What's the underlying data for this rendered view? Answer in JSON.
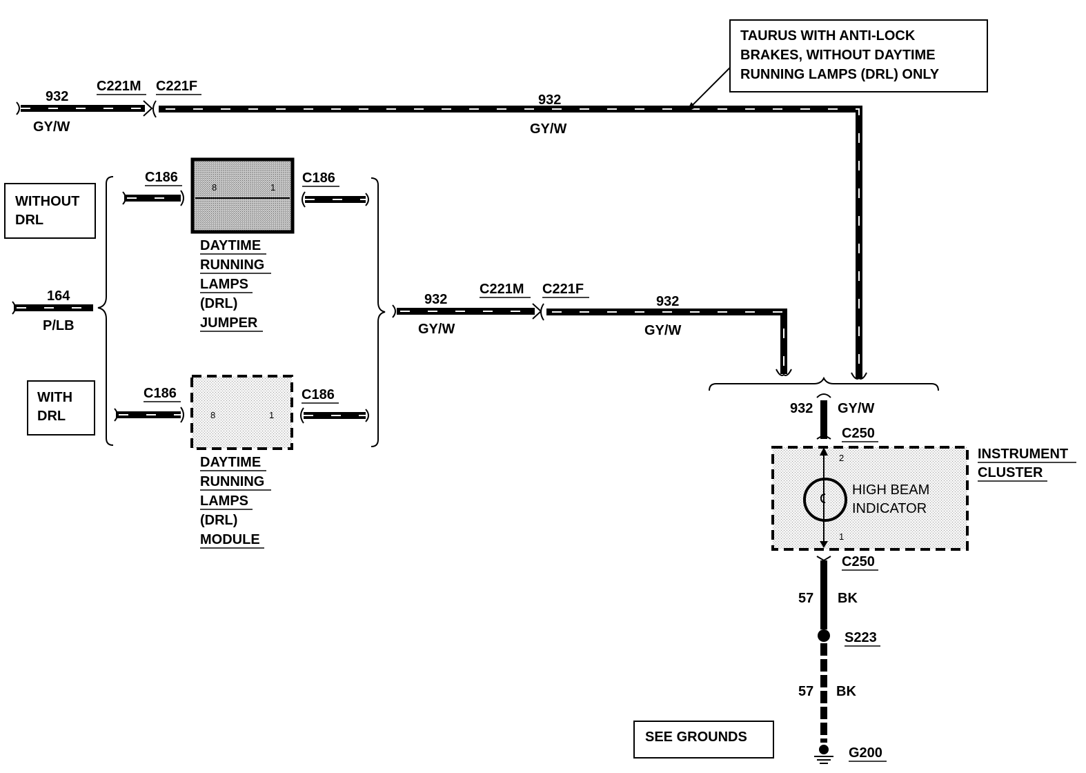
{
  "notes": {
    "taurus_line1": "TAURUS  WITH ANTI-LOCK",
    "taurus_line2": "BRAKES, WITHOUT DAYTIME",
    "taurus_line3": "RUNNING LAMPS (DRL) ONLY",
    "without_drl_1": "WITHOUT",
    "without_drl_2": "DRL",
    "with_drl_1": "WITH",
    "with_drl_2": "DRL",
    "see_grounds": "SEE GROUNDS"
  },
  "top_wire": {
    "circuit": "932",
    "color": "GY/W",
    "connector_male": "C221M",
    "connector_female": "C221F",
    "mid_circuit": "932",
    "mid_color": "GY/W"
  },
  "left_wire": {
    "circuit": "164",
    "color": "P/LB"
  },
  "jumper": {
    "connector_left": "C186",
    "connector_right": "C186",
    "pin_left": "8",
    "pin_right": "1",
    "label": [
      "DAYTIME",
      "RUNNING",
      "LAMPS",
      "(DRL)",
      "JUMPER"
    ]
  },
  "module": {
    "connector_left": "C186",
    "connector_right": "C186",
    "pin_left": "8",
    "pin_right": "1",
    "label": [
      "DAYTIME",
      "RUNNING",
      "LAMPS",
      "(DRL)",
      "MODULE"
    ]
  },
  "mid_wire": {
    "circuit_left": "932",
    "color_left": "GY/W",
    "connector_male": "C221M",
    "connector_female": "C221F",
    "circuit_right": "932",
    "color_right": "GY/W"
  },
  "cluster": {
    "feed_circuit": "932",
    "feed_color": "GY/W",
    "connector_top": "C250",
    "connector_bottom": "C250",
    "pin_top": "2",
    "pin_bottom": "1",
    "indicator_line1": "HIGH BEAM",
    "indicator_line2": "INDICATOR",
    "name_line1": "INSTRUMENT",
    "name_line2": "CLUSTER"
  },
  "ground": {
    "circuit_upper": "57",
    "color_upper": "BK",
    "splice": "S223",
    "circuit_lower": "57",
    "color_lower": "BK",
    "ground_point": "G200"
  }
}
